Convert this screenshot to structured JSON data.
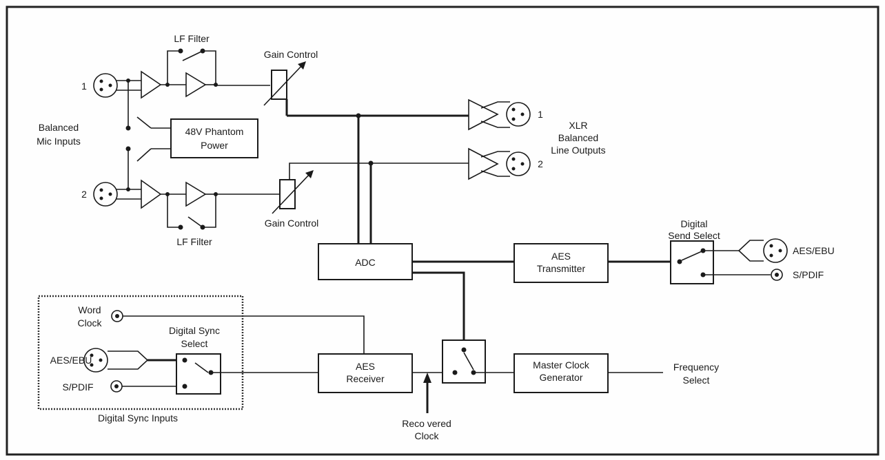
{
  "colors": {
    "line": "#1a1a1a",
    "background": "#ffffff"
  },
  "mic_inputs": {
    "label_line1": "Balanced",
    "label_line2": "Mic Inputs",
    "ch1": "1",
    "ch2": "2"
  },
  "lf_filter_top": "LF Filter",
  "lf_filter_bottom": "LF Filter",
  "gain_control_top": "Gain Control",
  "gain_control_bottom": "Gain Control",
  "phantom": {
    "line1": "48V Phantom",
    "line2": "Power"
  },
  "line_outputs": {
    "line1": "XLR",
    "line2": "Balanced",
    "line3": "Line Outputs",
    "ch1": "1",
    "ch2": "2"
  },
  "adc": "ADC",
  "aes_transmitter": {
    "line1": "AES",
    "line2": "Transmitter"
  },
  "digital_send_select": {
    "line1": "Digital",
    "line2": "Send Select"
  },
  "digital_outputs": {
    "aes_ebu": "AES/EBU",
    "spdif": "S/PDIF"
  },
  "sync_inputs": {
    "word_clock_line1": "Word",
    "word_clock_line2": "Clock",
    "aes_ebu": "AES/EBU",
    "spdif": "S/PDIF",
    "select_line1": "Digital Sync",
    "select_line2": "Select",
    "group_label": "Digital Sync Inputs"
  },
  "aes_receiver": {
    "line1": "AES",
    "line2": "Receiver"
  },
  "recovered_clock": {
    "line1": "Reco vered",
    "line2": "Clock"
  },
  "master_clock": {
    "line1": "Master Clock",
    "line2": "Generator"
  },
  "frequency_select": {
    "line1": "Frequency",
    "line2": "Select"
  }
}
